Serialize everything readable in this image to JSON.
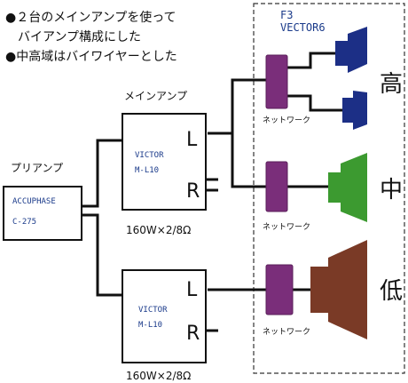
{
  "notes": [
    "●２台のメインアンプを使って",
    "　バイアンプ構成にした",
    "●中高域はバイワイヤーとした"
  ],
  "preamp": {
    "heading": "プリアンプ",
    "brand": "ACCUPHASE",
    "model": "C-275"
  },
  "main_amp_heading": "メインアンプ",
  "amps": [
    {
      "brand": "VICTOR",
      "model": "M-L10",
      "terminal_l": "L",
      "terminal_r": "R",
      "power": "160W×2/8Ω"
    },
    {
      "brand": "VICTOR",
      "model": "M-L10",
      "terminal_l": "L",
      "terminal_r": "R",
      "power": "160W×2/8Ω"
    }
  ],
  "speaker": {
    "model_line1": "F3",
    "model_line2": "VECTOR6"
  },
  "network_label": "ネットワーク",
  "bands": {
    "high": "高",
    "mid": "中",
    "low": "低"
  },
  "colors": {
    "tweeter": "#1c2f86",
    "midrange": "#3c9a30",
    "woofer": "#7a3a26",
    "network": "#7a2e7a",
    "text_blue": "#1a3a8a"
  }
}
